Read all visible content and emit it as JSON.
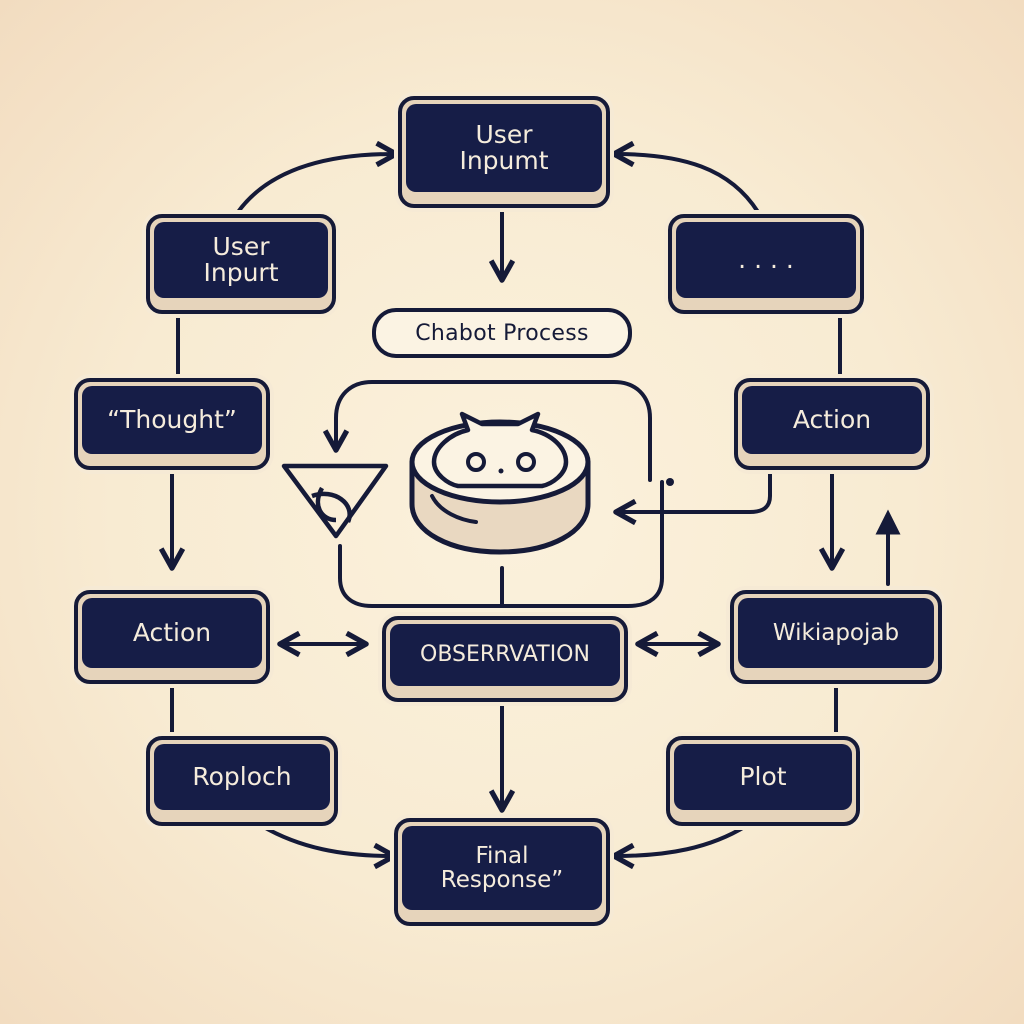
{
  "title": "Chabot Process",
  "nodes": {
    "top_user_input": "User\nInpumt",
    "left_user_input": "User\nInpurt",
    "ellipsis": ". . . .",
    "thought": "“Thought”",
    "right_action": "Action",
    "left_action": "Action",
    "observation": "OBSERRVATION",
    "wikiapojab": "Wikiapojab",
    "roploch": "Roploch",
    "plot": "Plot",
    "final_response": "Final\nResponse”"
  },
  "colors": {
    "background": "#f8ebd2",
    "node_fill": "#161d47",
    "node_base": "#e6d4bb",
    "line": "#151a38",
    "text_light": "#f5ecdc"
  },
  "icons": [
    "chatbot-cat-icon",
    "filter-funnel-icon"
  ]
}
